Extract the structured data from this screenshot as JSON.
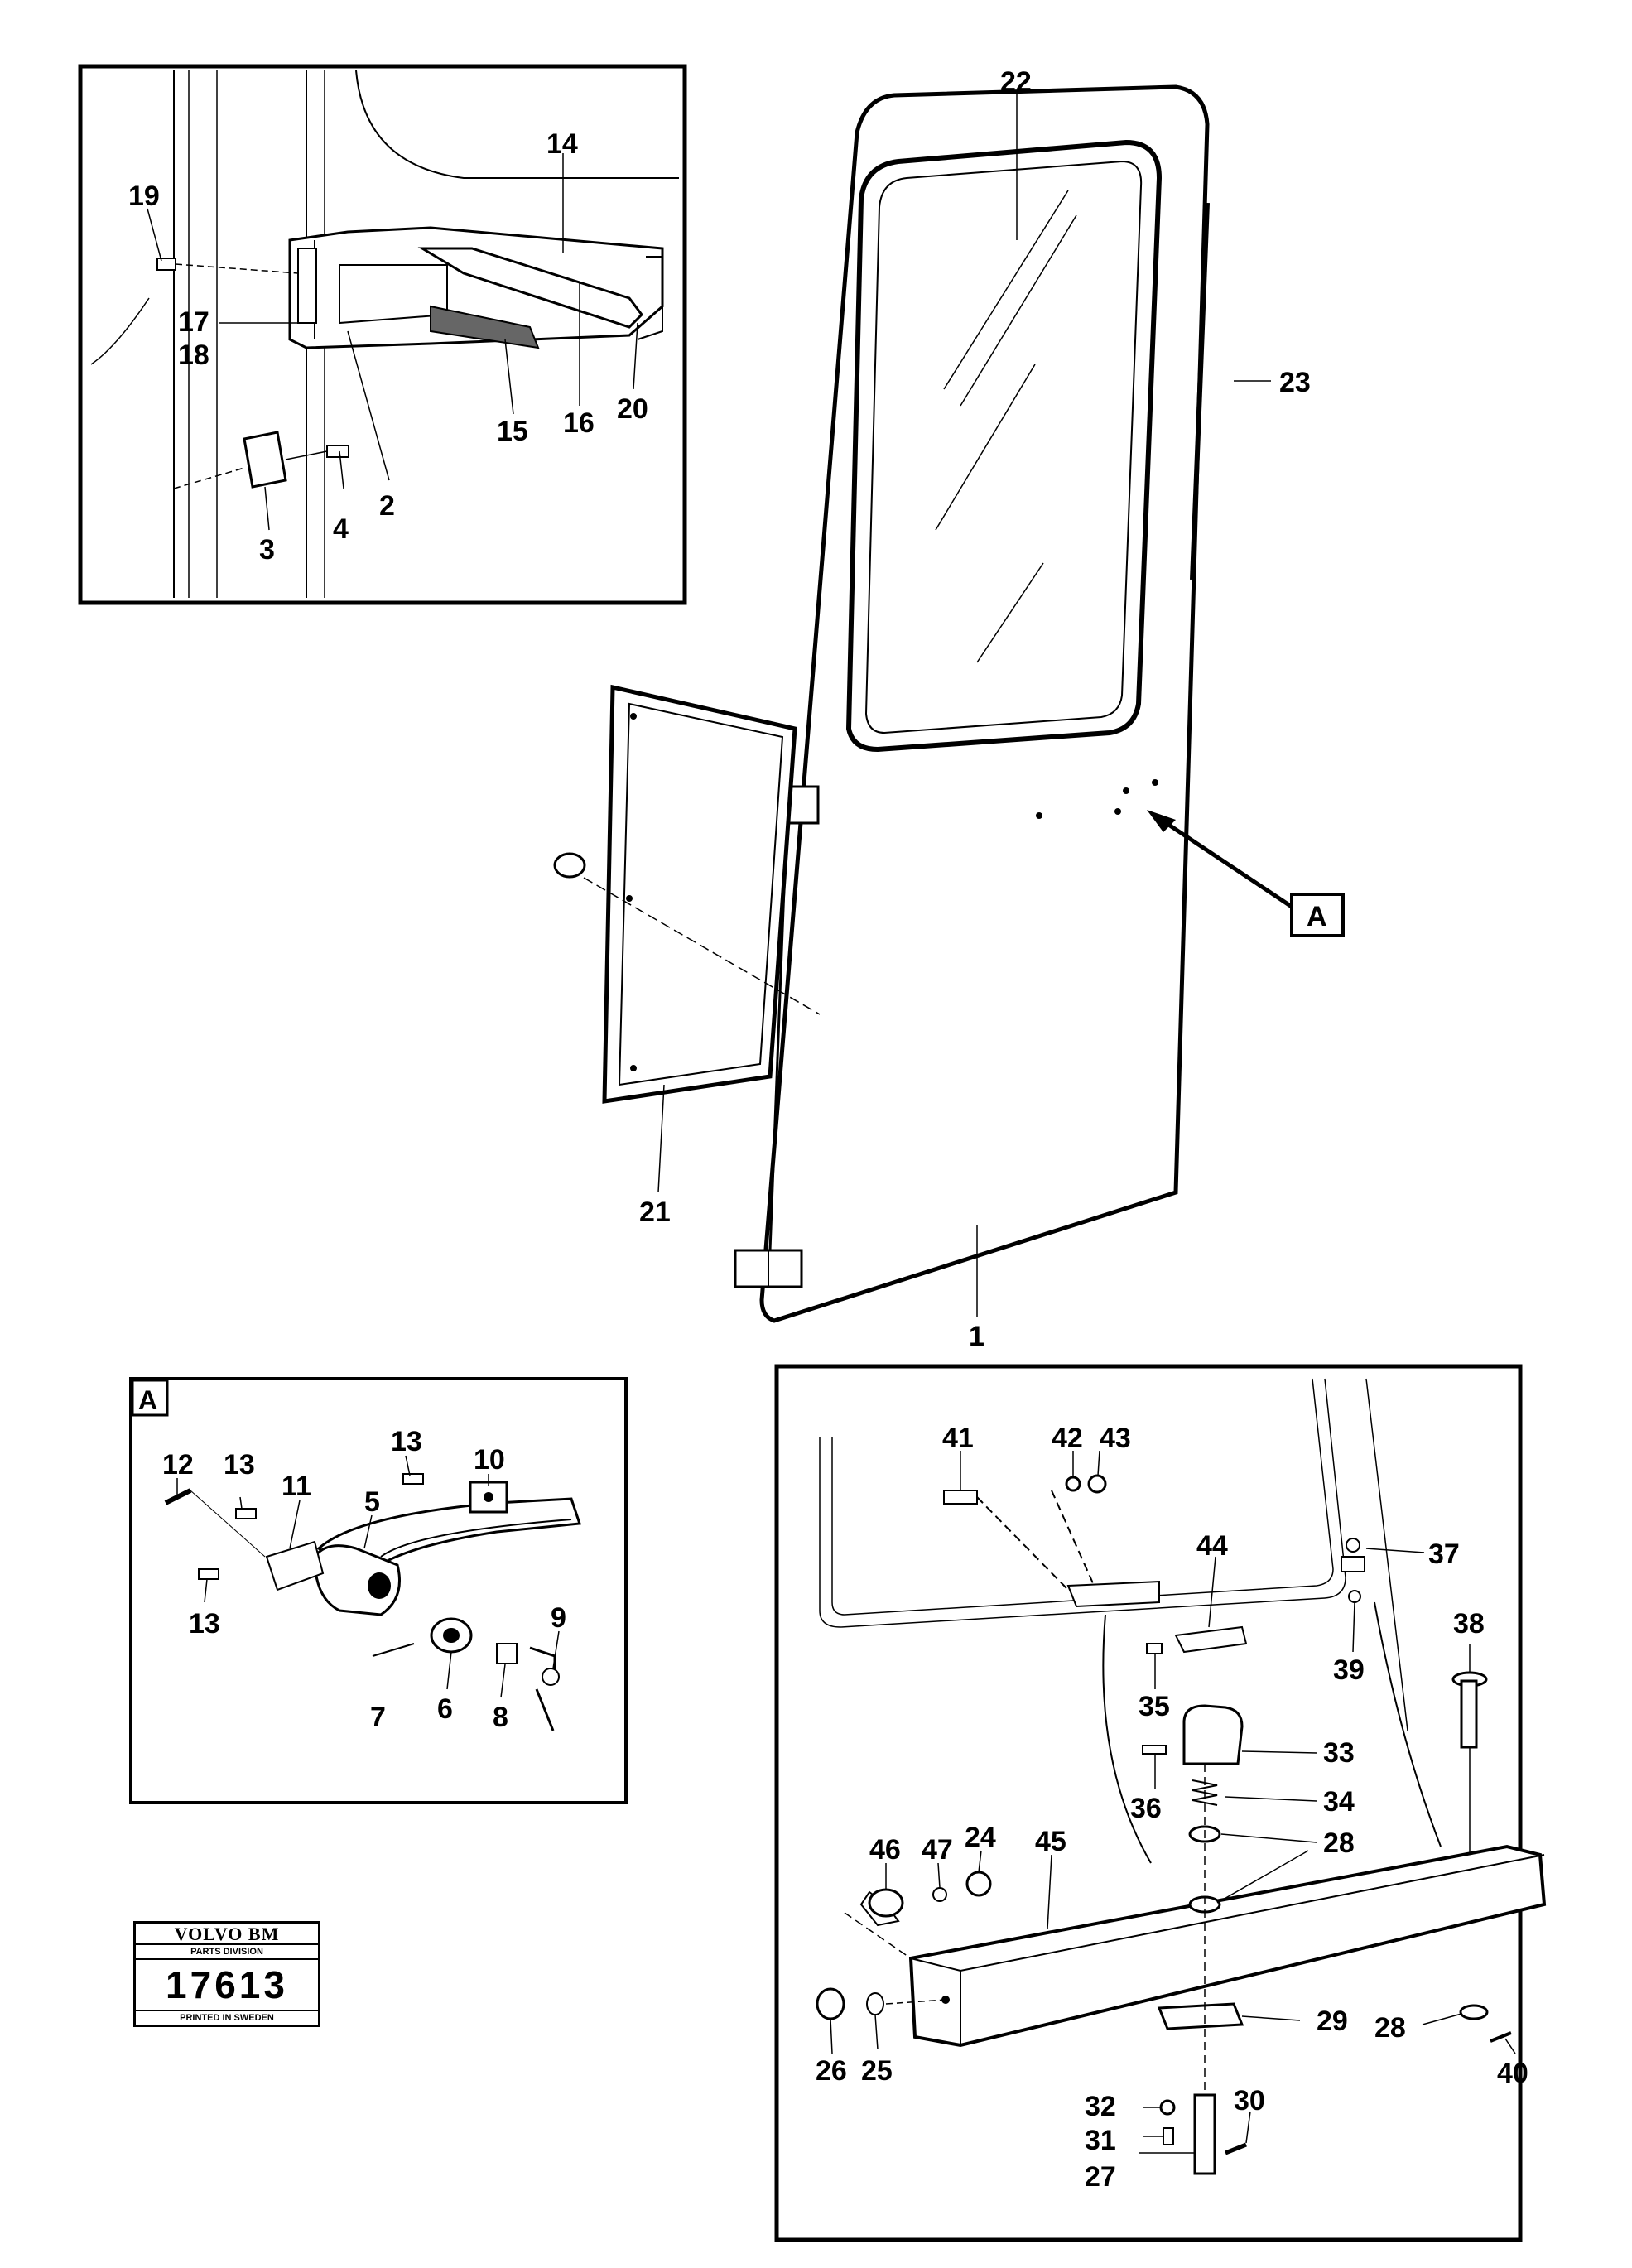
{
  "labels": {
    "p1": "1",
    "p2": "2",
    "p3": "3",
    "p4": "4",
    "p5": "5",
    "p6": "6",
    "p7": "7",
    "p8": "8",
    "p9": "9",
    "p10": "10",
    "p11": "11",
    "p12": "12",
    "p13a": "13",
    "p13b": "13",
    "p13c": "13",
    "p14": "14",
    "p15": "15",
    "p16": "16",
    "p17": "17",
    "p18": "18",
    "p19": "19",
    "p20": "20",
    "p21": "21",
    "p22": "22",
    "p23": "23",
    "p24": "24",
    "p25": "25",
    "p26": "26",
    "p27": "27",
    "p28a": "28",
    "p28b": "28",
    "p29": "29",
    "p30": "30",
    "p31": "31",
    "p32": "32",
    "p33": "33",
    "p34": "34",
    "p35": "35",
    "p36": "36",
    "p37": "37",
    "p38": "38",
    "p39": "39",
    "p40": "40",
    "p41": "41",
    "p42": "42",
    "p43": "43",
    "p44": "44",
    "p45": "45",
    "p46": "46",
    "p47": "47"
  },
  "callouts": {
    "detail_a": "A",
    "detail_a_box": "A"
  },
  "stamp": {
    "brand": "VOLVO BM",
    "division": "PARTS DIVISION",
    "number": "17613",
    "printed": "PRINTED IN SWEDEN"
  }
}
